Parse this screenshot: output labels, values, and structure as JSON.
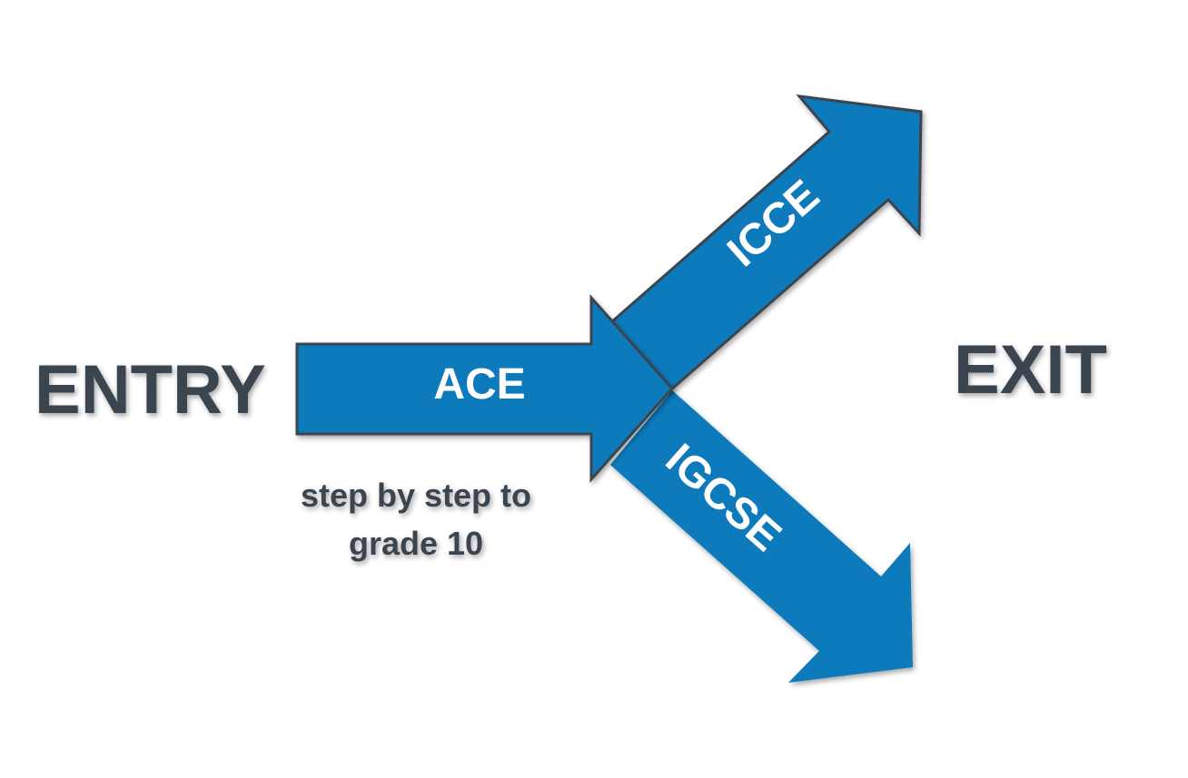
{
  "diagram": {
    "entry_label": "ENTRY",
    "exit_label": "EXIT",
    "arrows": {
      "ace": "ACE",
      "icce": "ICCE",
      "igcse": "IGCSE"
    },
    "caption": {
      "line1": "step by step to",
      "line2": "grade 10"
    },
    "colors": {
      "arrow_fill": "#0e7abb",
      "arrow_outline": "#3b4450",
      "label_text": "#3b4450",
      "arrow_text": "#ffffff"
    }
  }
}
